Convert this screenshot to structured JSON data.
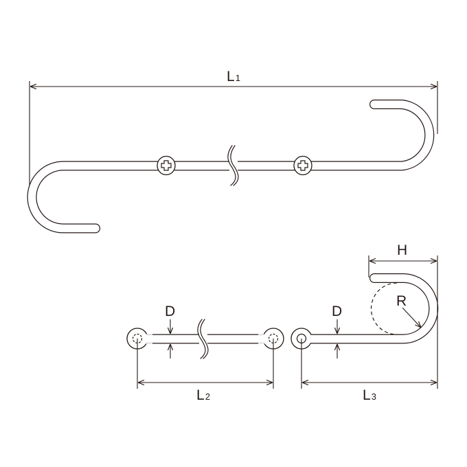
{
  "labels": {
    "L1": {
      "main": "L",
      "sub": "1"
    },
    "L2": {
      "main": "L",
      "sub": "2"
    },
    "L3": {
      "main": "L",
      "sub": "3"
    },
    "D_left": "D",
    "D_right": "D",
    "H": "H",
    "R": "R"
  },
  "colors": {
    "line": "#231815",
    "background": "#ffffff"
  }
}
